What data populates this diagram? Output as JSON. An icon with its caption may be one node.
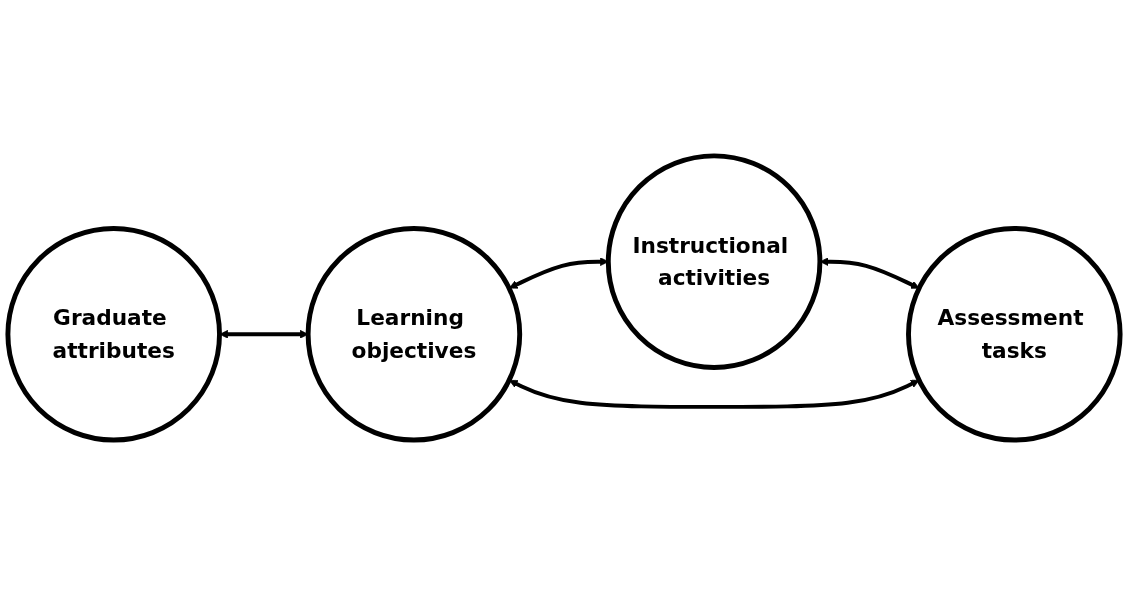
{
  "diagram": {
    "nodes": [
      {
        "text": [
          "Graduate attributes"
        ]
      },
      {
        "text": [
          "Learning objectives"
        ]
      },
      {
        "text": [
          "Instructional activities"
        ]
      },
      {
        "text": [
          "Assessment tasks"
        ]
      }
    ],
    "edges": [
      {
        "from": 0,
        "to": 1,
        "arrow": "both"
      },
      {
        "from": 1,
        "to": 2,
        "arrow": "both"
      },
      {
        "from": 2,
        "to": 3,
        "arrow": "both"
      },
      {
        "from": 1,
        "to": 3,
        "arrow": "both"
      }
    ]
  }
}
